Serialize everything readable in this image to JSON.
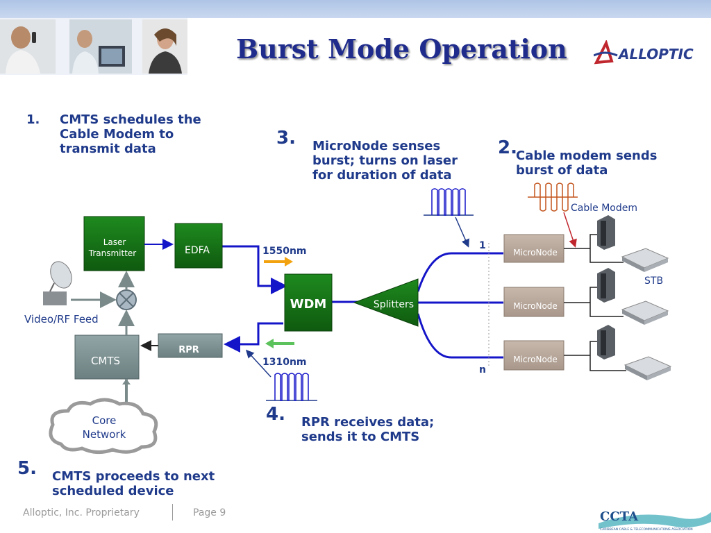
{
  "slide": {
    "title": "Burst Mode Operation",
    "logo_text": "ALLOPTIC",
    "footer_left": "Alloptic, Inc. Proprietary",
    "footer_page": "Page 9",
    "partner_logo_text": "CCTA",
    "partner_logo_subtext": "CARIBBEAN CABLE & TELECOMMUNICATIONS ASSOCIATION"
  },
  "steps": [
    {
      "number": "1.",
      "text": [
        "CMTS schedules the",
        "Cable Modem to",
        "transmit data"
      ]
    },
    {
      "number": "2.",
      "text": [
        "Cable modem sends",
        "burst of data"
      ]
    },
    {
      "number": "3.",
      "text": [
        "MicroNode senses",
        "burst; turns on laser",
        "for duration of data"
      ]
    },
    {
      "number": "4.",
      "text": [
        "RPR receives data;",
        "sends it to CMTS"
      ]
    },
    {
      "number": "5.",
      "text": [
        "CMTS proceeds to next",
        "scheduled device"
      ]
    }
  ],
  "diagram": {
    "laser_transmitter": [
      "Laser",
      "Transmitter"
    ],
    "edfa": "EDFA",
    "wdm": "WDM",
    "splitters": "Splitters",
    "cmts": "CMTS",
    "rpr": "RPR",
    "video_rf_feed": "Video/RF Feed",
    "core_network": [
      "Core",
      "Network"
    ],
    "wavelength_down": "1550nm",
    "wavelength_up": "1310nm",
    "micronode": "MicroNode",
    "cable_modem": "Cable Modem",
    "stb": "STB",
    "branch_first": "1",
    "branch_last": "n"
  },
  "colors": {
    "title": "#1f2c8c",
    "text": "#1f3a8a",
    "fiber": "#1414c8",
    "green_box": "#156b15",
    "gray_box": "#7f9394",
    "micronode_box": "#b9a89b",
    "arrow_down": "#f2a20f",
    "arrow_up": "#5cc25c",
    "burst_upstream": "#c3541c"
  }
}
